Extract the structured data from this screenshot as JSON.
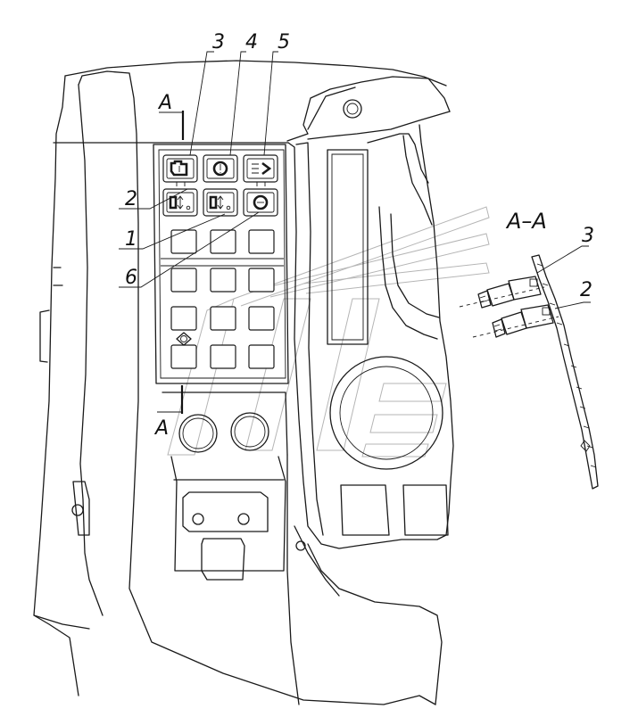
{
  "callouts": {
    "c1": "1",
    "c2": "2",
    "c3": "3",
    "c4": "4",
    "c5": "5",
    "c6": "6"
  },
  "section": {
    "marker_top": "A",
    "marker_bottom": "A",
    "title": "A–A",
    "detail_label_3": "3",
    "detail_label_2": "2"
  },
  "icons": {
    "key3": "engine-icon",
    "key4": "brake-warning-icon",
    "key5": "beam-lights-icon",
    "key2": "axle-lock-icon",
    "key1": "axle-lock-icon",
    "key6": "motor-icon"
  },
  "colors": {
    "line": "#1a1a1a",
    "watermark": "#b5b5b5"
  }
}
